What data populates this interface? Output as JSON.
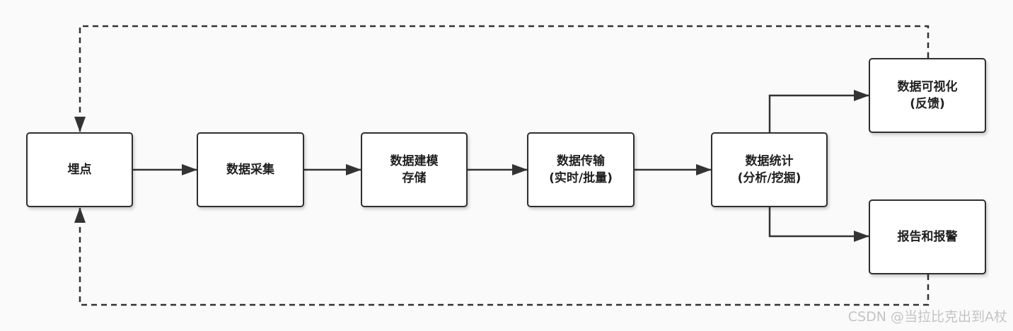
{
  "nodes": {
    "tracking": {
      "label": "埋点"
    },
    "collection": {
      "label": "数据采集"
    },
    "modeling": {
      "line1": "数据建模",
      "line2": "存储"
    },
    "transmission": {
      "line1": "数据传输",
      "line2": "(实时/批量)"
    },
    "statistics": {
      "line1": "数据统计",
      "line2": "(分析/挖掘)"
    },
    "visualization": {
      "line1": "数据可视化",
      "line2": "(反馈)"
    },
    "reporting": {
      "label": "报告和报警"
    }
  },
  "watermark": "CSDN @当拉比克出到A杖",
  "colors": {
    "background": "#fafafa",
    "node_fill": "#ffffff",
    "stroke": "#333333",
    "text": "#1f1f1f",
    "watermark": "#c4c4c4"
  }
}
